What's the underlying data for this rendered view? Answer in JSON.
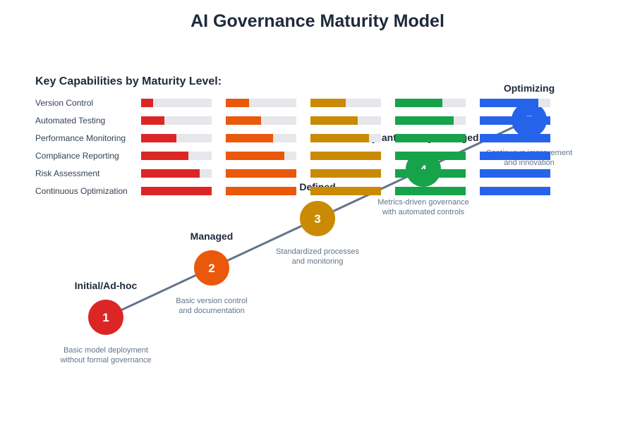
{
  "title": "AI Governance Maturity Model",
  "capabilities_heading": "Key Capabilities by Maturity Level:",
  "colors": {
    "level1": "#dc2626",
    "level2": "#ea580c",
    "level3": "#ca8a04",
    "level4": "#16a34a",
    "level5": "#2563eb",
    "track": "#e5e7eb",
    "connector": "#64748b"
  },
  "levels": [
    {
      "number": "1",
      "name": "Initial/Ad-hoc",
      "desc_line1": "Basic model deployment",
      "desc_line2": "without formal governance"
    },
    {
      "number": "2",
      "name": "Managed",
      "desc_line1": "Basic version control",
      "desc_line2": "and documentation"
    },
    {
      "number": "3",
      "name": "Defined",
      "desc_line1": "Standardized processes",
      "desc_line2": "and monitoring"
    },
    {
      "number": "4",
      "name": "Quantitatively Managed",
      "desc_line1": "Metrics-driven governance",
      "desc_line2": "with automated controls"
    },
    {
      "number": "5",
      "name": "Optimizing",
      "desc_line1": "Continuous improvement",
      "desc_line2": "and innovation"
    }
  ],
  "capabilities": [
    {
      "label": "Version Control",
      "levels": [
        0.17,
        0.33,
        0.5,
        0.67,
        0.83
      ]
    },
    {
      "label": "Automated Testing",
      "levels": [
        0.33,
        0.5,
        0.67,
        0.83,
        1.0
      ]
    },
    {
      "label": "Performance Monitoring",
      "levels": [
        0.5,
        0.67,
        0.83,
        1.0,
        1.0
      ]
    },
    {
      "label": "Compliance Reporting",
      "levels": [
        0.67,
        0.83,
        1.0,
        1.0,
        1.0
      ]
    },
    {
      "label": "Risk Assessment",
      "levels": [
        0.83,
        1.0,
        1.0,
        1.0,
        1.0
      ]
    },
    {
      "label": "Continuous Optimization",
      "levels": [
        1.0,
        1.0,
        1.0,
        1.0,
        1.0
      ]
    }
  ]
}
